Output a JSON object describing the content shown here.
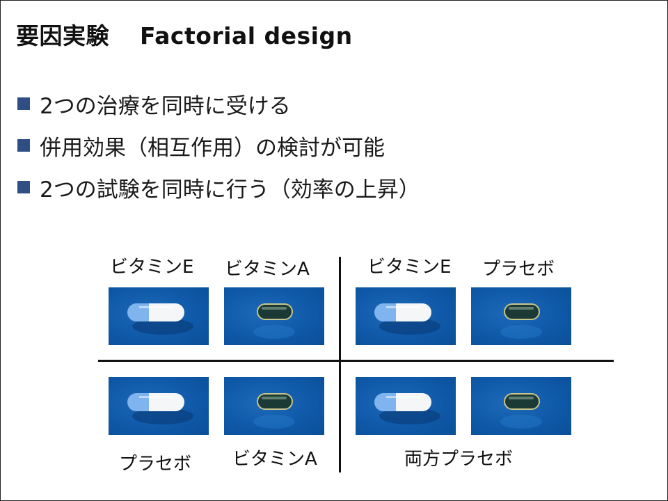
{
  "title": {
    "ja": "要因実験",
    "en": "Factorial design"
  },
  "bullets": [
    "2つの治療を同時に受ける",
    "併用効果（相互作用）の検討が可能",
    "2つの試験を同時に行う（効率の上昇）"
  ],
  "grid": {
    "top_left": {
      "label1": "ビタミンE",
      "label2": "ビタミンA"
    },
    "top_right": {
      "label1": "ビタミンE",
      "label2": "プラセボ"
    },
    "bottom_left": {
      "label1": "プラセボ",
      "label2": "ビタミンA"
    },
    "bottom_right": {
      "label": "両方プラセボ"
    }
  },
  "colors": {
    "bullet_square": "#2f4f84",
    "pill_background": "#0f59a8",
    "capsule_blue": "#7fb4ee",
    "capsule_white": "#f4f6f8",
    "softgel_body": "#1b3a36"
  },
  "icons": [
    "capsule-icon",
    "softgel-icon"
  ]
}
